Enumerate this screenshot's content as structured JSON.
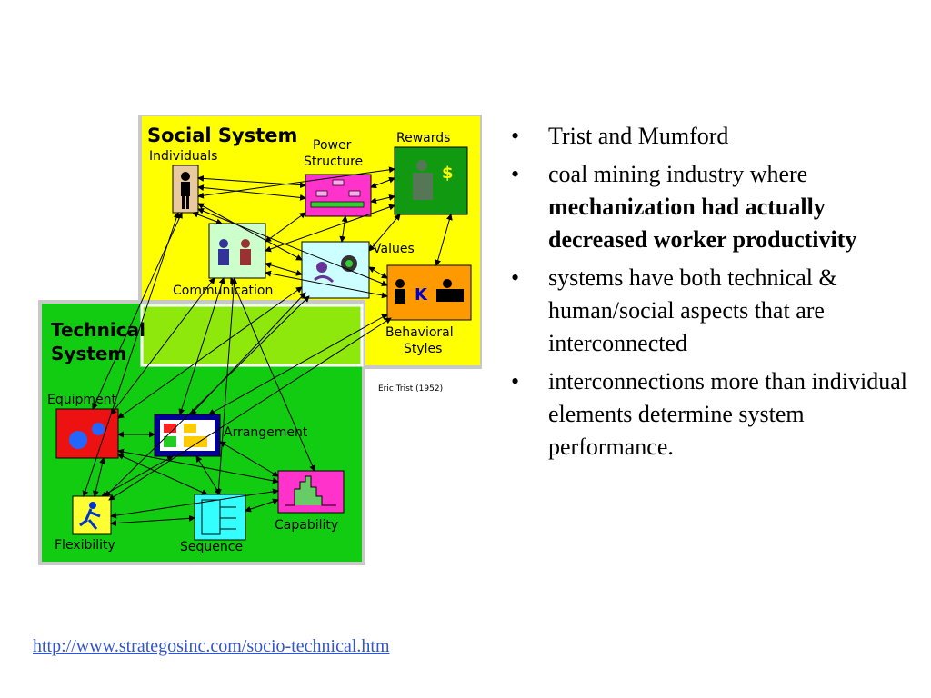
{
  "diagram": {
    "social_title": "Social System",
    "technical_title_line1": "Technical",
    "technical_title_line2": "System",
    "nodes": {
      "individuals": "Individuals",
      "power_line1": "Power",
      "power_line2": "Structure",
      "rewards": "Rewards",
      "values": "Values",
      "communication": "Communication",
      "behavioral_line1": "Behavioral",
      "behavioral_line2": "Styles",
      "equipment": "Equipment",
      "arrangement": "Arrangement",
      "capability": "Capability",
      "flexibility": "Flexibility",
      "sequence": "Sequence"
    },
    "credit": "Eric Trist (1952)",
    "colors": {
      "social_bg": "#ffff00",
      "technical_bg": "#11cc11",
      "arrow": "#000000"
    }
  },
  "bullets": [
    {
      "text": "Trist and Mumford"
    },
    {
      "prefix": "coal mining industry where ",
      "bold": "mechanization had actually decreased worker productivity"
    },
    {
      "text": "systems have both technical & human/social aspects that are interconnected"
    },
    {
      "text": "interconnections more than individual elements determine system performance."
    }
  ],
  "source_link": "http://www.strategosinc.com/socio-technical.htm"
}
